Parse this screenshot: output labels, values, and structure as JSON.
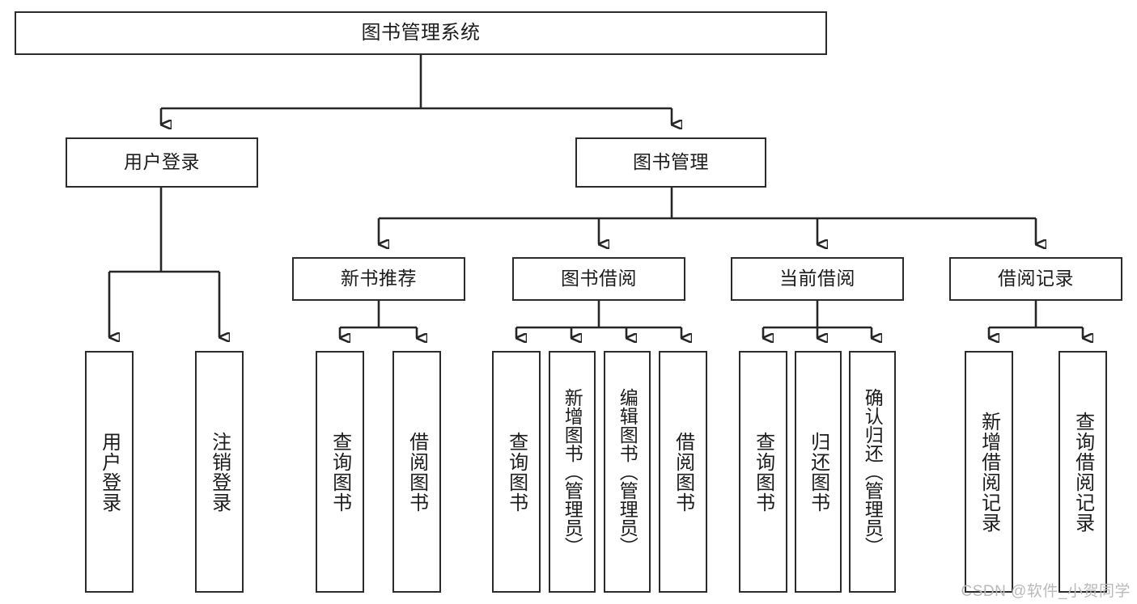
{
  "diagram": {
    "type": "tree",
    "title": "图书管理系统",
    "orientation": "top-down",
    "colors": {
      "box_border": "#2b2b2b",
      "box_fill": "#ffffff",
      "connector": "#262626",
      "text": "#1c1c1c",
      "watermark": "#b9b9b9",
      "background": "#ffffff"
    },
    "root": {
      "id": "root",
      "label": "图书管理系统",
      "text_direction": "horizontal"
    },
    "level2": [
      {
        "id": "user-login",
        "label": "用户登录",
        "text_direction": "horizontal"
      },
      {
        "id": "book-manage",
        "label": "图书管理",
        "text_direction": "horizontal"
      }
    ],
    "level3": [
      {
        "id": "new-book-recommend",
        "label": "新书推荐",
        "text_direction": "horizontal",
        "parent": "book-manage"
      },
      {
        "id": "book-borrow",
        "label": "图书借阅",
        "text_direction": "horizontal",
        "parent": "book-manage"
      },
      {
        "id": "current-borrow",
        "label": "当前借阅",
        "text_direction": "horizontal",
        "parent": "book-manage"
      },
      {
        "id": "borrow-record",
        "label": "借阅记录",
        "text_direction": "horizontal",
        "parent": "book-manage"
      }
    ],
    "leaves": [
      {
        "id": "leaf-user-login",
        "label": "用户登录",
        "parent": "user-login",
        "text_direction": "vertical"
      },
      {
        "id": "leaf-user-logout",
        "label": "注销登录",
        "parent": "user-login",
        "text_direction": "vertical"
      },
      {
        "id": "leaf-query-book-1",
        "label": "查询图书",
        "parent": "new-book-recommend",
        "text_direction": "vertical"
      },
      {
        "id": "leaf-borrow-book-1",
        "label": "借阅图书",
        "parent": "new-book-recommend",
        "text_direction": "vertical"
      },
      {
        "id": "leaf-query-book-2",
        "label": "查询图书",
        "parent": "book-borrow",
        "text_direction": "vertical"
      },
      {
        "id": "leaf-add-book",
        "label": "新增图书（管理员）",
        "parent": "book-borrow",
        "text_direction": "vertical"
      },
      {
        "id": "leaf-edit-book",
        "label": "编辑图书（管理员）",
        "parent": "book-borrow",
        "text_direction": "vertical"
      },
      {
        "id": "leaf-borrow-book-2",
        "label": "借阅图书",
        "parent": "book-borrow",
        "text_direction": "vertical"
      },
      {
        "id": "leaf-query-book-3",
        "label": "查询图书",
        "parent": "current-borrow",
        "text_direction": "vertical"
      },
      {
        "id": "leaf-return-book",
        "label": "归还图书",
        "parent": "current-borrow",
        "text_direction": "vertical"
      },
      {
        "id": "leaf-confirm-return",
        "label": "确认归还（管理员）",
        "parent": "current-borrow",
        "text_direction": "vertical"
      },
      {
        "id": "leaf-add-record",
        "label": "新增借阅记录",
        "parent": "borrow-record",
        "text_direction": "vertical"
      },
      {
        "id": "leaf-query-record",
        "label": "查询借阅记录",
        "parent": "borrow-record",
        "text_direction": "vertical"
      }
    ]
  },
  "watermark": {
    "text": "CSDN @软件_小贺同学"
  }
}
